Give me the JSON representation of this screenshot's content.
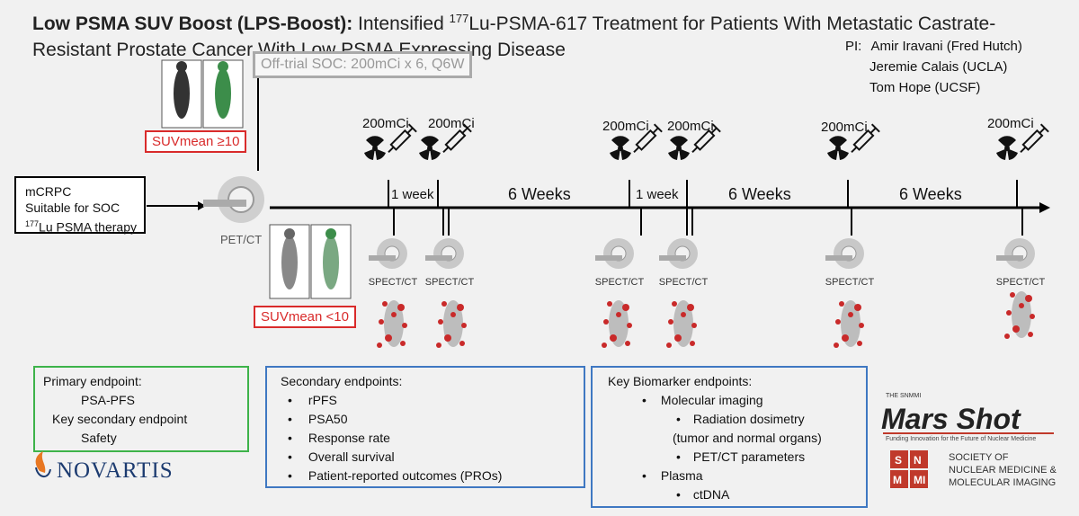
{
  "title": {
    "bold": "Low PSMA SUV Boost (LPS-Boost):",
    "rest_pre": " Intensified ",
    "sup": "177",
    "rest_post": "Lu-PSMA-617 Treatment for Patients With Metastatic Castrate-Resistant Prostate Cancer With Low PSMA Expressing Disease"
  },
  "pi": {
    "label": "PI:",
    "names": [
      "Amir Iravani (Fred Hutch)",
      "Jeremie Calais (UCLA)",
      "Tom Hope (UCSF)"
    ]
  },
  "entry": {
    "line1": "mCRPC",
    "line2": "Suitable for SOC",
    "sup": "177",
    "line3": "Lu PSMA therapy"
  },
  "pet_label": "PET/CT",
  "off_trial": "Off-trial SOC: 200mCi x 6, Q6W",
  "suv_high": "SUVmean ≥10",
  "suv_low": "SUVmean <10",
  "doses": [
    "200mCi",
    "200mCi",
    "200mCi",
    "200mCi",
    "200mCi",
    "200mCi"
  ],
  "intervals": [
    "1 week",
    "6 Weeks",
    "1 week",
    "6 Weeks",
    "6 Weeks"
  ],
  "spect_label": "SPECT/CT",
  "primary": {
    "heading": "Primary endpoint:",
    "item": "PSA-PFS",
    "heading2": "Key secondary endpoint",
    "item2": "Safety"
  },
  "secondary": {
    "heading": "Secondary endpoints:",
    "items": [
      "rPFS",
      "PSA50",
      "Response rate",
      "Overall survival",
      "Patient-reported outcomes (PROs)"
    ]
  },
  "biomarker": {
    "heading": "Key Biomarker endpoints:",
    "l1": "Molecular imaging",
    "l1a": "Radiation dosimetry",
    "l1a2": "(tumor and normal organs)",
    "l1b": "PET/CT parameters",
    "l2": "Plasma",
    "l2a": "ctDNA"
  },
  "logos": {
    "novartis": "NOVARTIS",
    "marsshot_tag": "THE SNMMI",
    "marsshot": "Mars Shot",
    "marsshot_sub": "Funding Innovation for the Future of Nuclear Medicine",
    "snmmi_l1": "SOCIETY OF",
    "snmmi_l2": "NUCLEAR MEDICINE &",
    "snmmi_l3": "MOLECULAR IMAGING"
  },
  "colors": {
    "green_box": "#3db34a",
    "blue_box": "#3f78c2",
    "red": "#d92b2b",
    "gray_box": "#aaaaaa"
  }
}
